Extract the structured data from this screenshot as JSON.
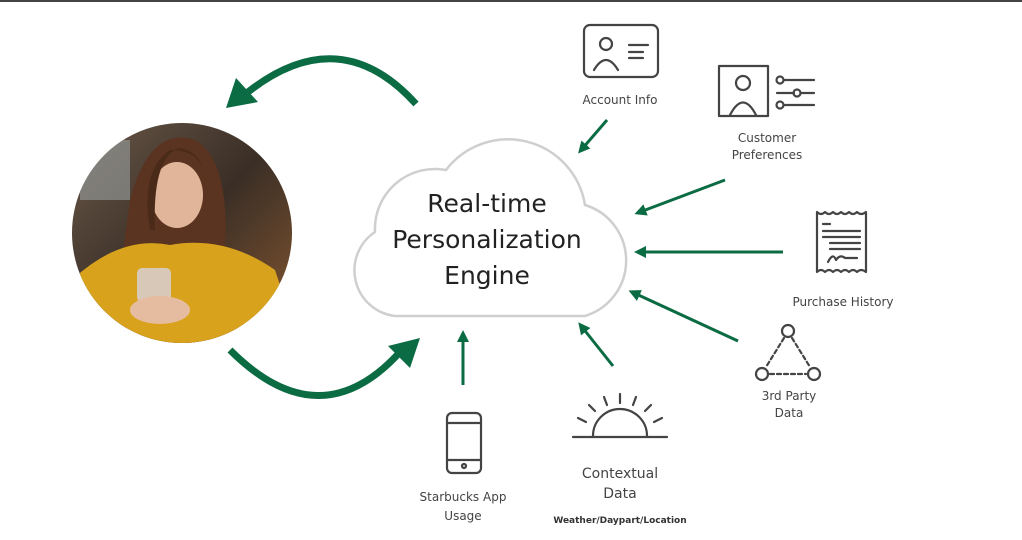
{
  "colors": {
    "accent": "#0b6b43",
    "icon": "#444444",
    "cloud_stroke": "#cccccc"
  },
  "engine": {
    "line1": "Real-time",
    "line2": "Personalization",
    "line3": "Engine"
  },
  "photo": {
    "subject": "customer-using-phone"
  },
  "inputs": [
    {
      "id": "account",
      "lines": [
        "Account Info"
      ],
      "icon": "id-card-icon"
    },
    {
      "id": "preferences",
      "lines": [
        "Customer",
        "Preferences"
      ],
      "icon": "profile-sliders-icon"
    },
    {
      "id": "purchase",
      "lines": [
        "Purchase History"
      ],
      "icon": "receipt-icon"
    },
    {
      "id": "thirdparty",
      "lines": [
        "3rd Party",
        "Data"
      ],
      "icon": "network-triangle-icon"
    },
    {
      "id": "contextual",
      "lines": [
        "Contextual",
        "Data"
      ],
      "sub": "Weather/Daypart/Location",
      "icon": "sunrise-icon"
    },
    {
      "id": "app",
      "lines": [
        "Starbucks App",
        "Usage"
      ],
      "icon": "smartphone-icon"
    }
  ]
}
